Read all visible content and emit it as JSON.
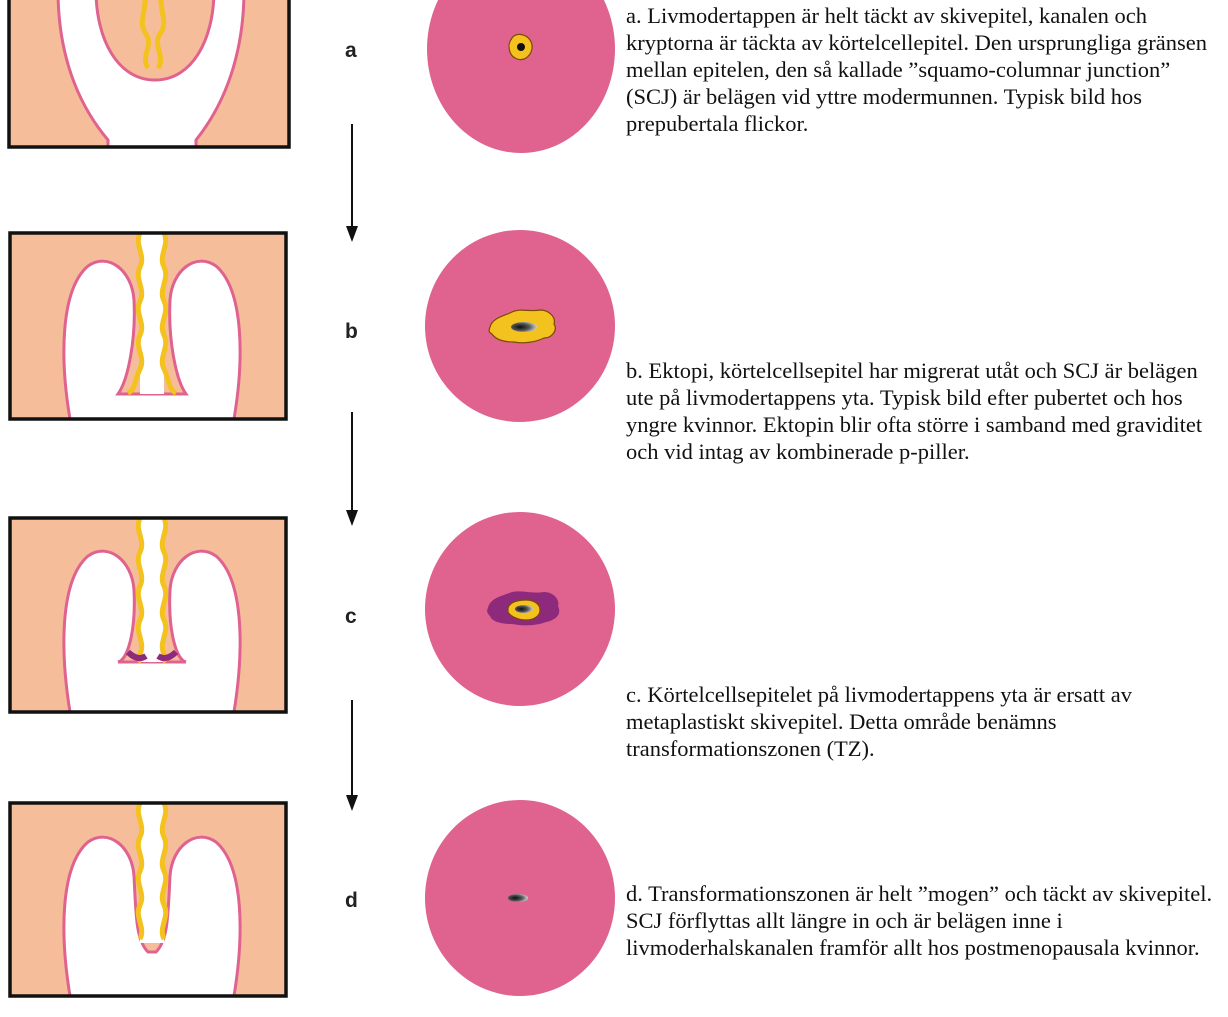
{
  "stages": [
    {
      "letter": "a",
      "description": "a. Livmodertappen är helt täckt av skivepitel, kanalen och kryptorna är täckta av körtelcellepitel. Den ursprungliga gränsen mellan epitelen, den så kallade ”squamo-columnar junction” (SCJ) är belägen vid yttre modermunnen. Typisk bild hos prepubertala flickor."
    },
    {
      "letter": "b",
      "description": "b. Ektopi, körtelcellsepitel har migrerat utåt och SCJ är belägen ute på livmodertappens yta. Typisk bild efter pubertet och hos yngre kvinnor. Ektopin blir ofta större i samband med graviditet och vid intag av kombinerade p-piller."
    },
    {
      "letter": "c",
      "description": "c. Körtelcellsepitelet på livmodertappens yta är ersatt av metaplastiskt skivepitel. Detta område benämns transformationszonen (TZ)."
    },
    {
      "letter": "d",
      "description": "d. Transformationszonen är helt ”mogen” och täckt av skivepitel. SCJ förflyttas allt längre in och är belägen inne i livmoderhalskanalen framför allt hos postmenopausala kvinnor."
    }
  ],
  "colors": {
    "stroma": "#f5bd99",
    "squamous_pink": "#e0628f",
    "columnar_yellow": "#f4c21e",
    "metaplastic_purple": "#8e2a7c",
    "frame": "#111111"
  }
}
